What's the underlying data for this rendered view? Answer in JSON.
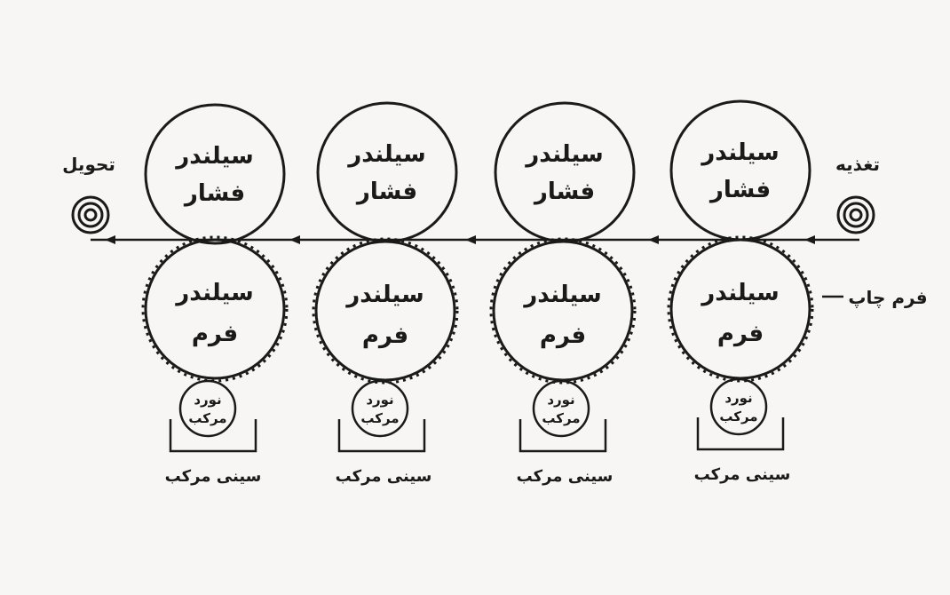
{
  "labels": {
    "delivery": "تحویل",
    "feed": "تغذیه",
    "plate_form": "فرم چاپ"
  },
  "units": [
    {
      "impression": {
        "line1": "سیلندر",
        "line2": "فشار"
      },
      "plate": {
        "line1": "سیلندر",
        "line2": "فرم"
      },
      "ink_roller": {
        "line1": "نورد",
        "line2": "مرکب"
      },
      "ink_tray": "سینی مرکب"
    },
    {
      "impression": {
        "line1": "سیلندر",
        "line2": "فشار"
      },
      "plate": {
        "line1": "سیلندر",
        "line2": "فرم"
      },
      "ink_roller": {
        "line1": "نورد",
        "line2": "مرکب"
      },
      "ink_tray": "سینی مرکب"
    },
    {
      "impression": {
        "line1": "سیلندر",
        "line2": "فشار"
      },
      "plate": {
        "line1": "سیلندر",
        "line2": "فرم"
      },
      "ink_roller": {
        "line1": "نورد",
        "line2": "مرکب"
      },
      "ink_tray": "سینی مرکب"
    },
    {
      "impression": {
        "line1": "سیلندر",
        "line2": "فشار"
      },
      "plate": {
        "line1": "سیلندر",
        "line2": "فرم"
      },
      "ink_roller": {
        "line1": "نورد",
        "line2": "مرکب"
      },
      "ink_tray": "سینی مرکب"
    }
  ],
  "colors": {
    "ink": "#1a1a1a",
    "background": "#f7f6f4"
  }
}
